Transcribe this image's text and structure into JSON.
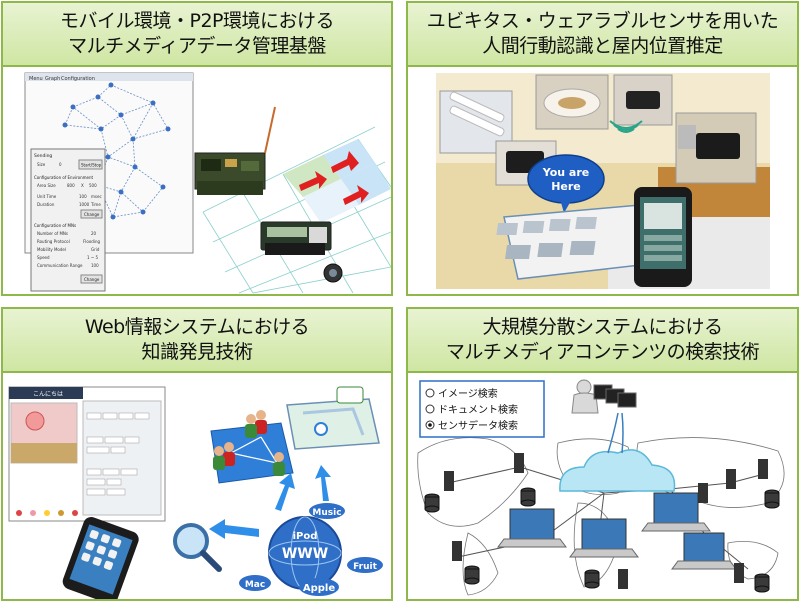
{
  "panels": [
    {
      "title_line1": "モバイル環境・P2P環境における",
      "title_line2": "マルチメディアデータ管理基盤"
    },
    {
      "title_line1": "ユビキタス・ウェアラブルセンサを用いた",
      "title_line2": "人間行動認識と屋内位置推定"
    },
    {
      "title_line1": "Web情報システムにおける",
      "title_line2": "知識発見技術"
    },
    {
      "title_line1": "大規模分散システムにおける",
      "title_line2": "マルチメディアコンテンツの検索技術"
    }
  ],
  "sim_window": {
    "menu": [
      "Menu",
      "Graph",
      "Configuration"
    ],
    "group1": {
      "title": "Sending",
      "field": "Size",
      "value": "0",
      "button": "Start/Stop"
    },
    "group2": {
      "title": "Configuration of Environment",
      "rows": [
        [
          "Area Size",
          "800",
          "X",
          "500"
        ],
        [
          "Unit Time",
          "",
          "100",
          "msec"
        ],
        [
          "Duration",
          "",
          "1000",
          "Time"
        ]
      ],
      "button": "Change"
    },
    "group3": {
      "title": "Configuration of MNs",
      "rows": [
        [
          "Number of MNs",
          "20"
        ],
        [
          "Routing Protocol",
          "Flooding"
        ],
        [
          "Mobility Model",
          "Grid"
        ],
        [
          "Speed",
          "1 ~ 5"
        ],
        [
          "Communication Range",
          "100"
        ]
      ],
      "button": "Change"
    }
  },
  "bubble": {
    "line1": "You are",
    "line2": "Here"
  },
  "web_app": {
    "header": "こんにちは",
    "tags": [
      "Music",
      "iPod",
      "WWW",
      "Mac",
      "Apple",
      "Fruit"
    ]
  },
  "search_options": [
    {
      "label": "イメージ検索",
      "selected": false
    },
    {
      "label": "ドキュメント検索",
      "selected": false
    },
    {
      "label": "センサデータ検索",
      "selected": true
    }
  ],
  "colors": {
    "panel_border": "#8fb84a",
    "header_top": "#e8f3d2",
    "header_bottom": "#cfe6a3",
    "accent_red": "#e02020",
    "accent_blue": "#2f7fd8"
  }
}
